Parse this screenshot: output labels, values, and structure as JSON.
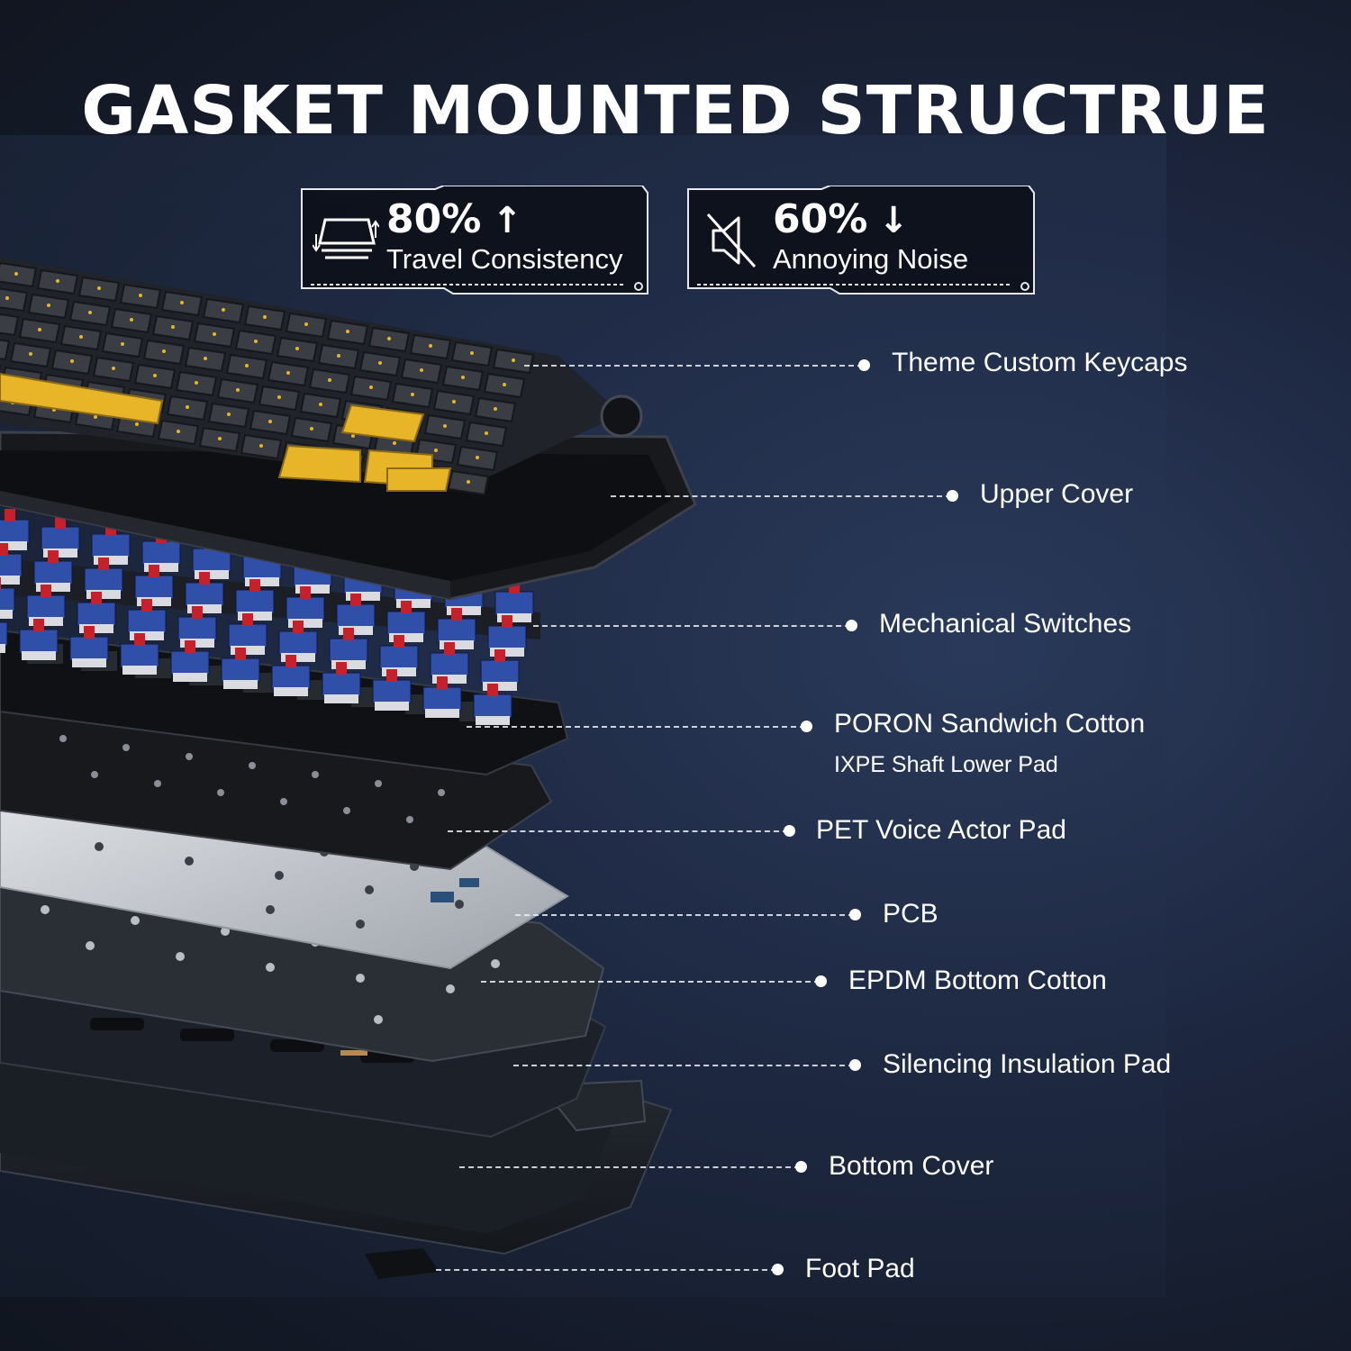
{
  "title": "GASKET MOUNTED STRUCTRUE",
  "stats": [
    {
      "value": "80%",
      "arrow": "↑",
      "label": "Travel Consistency",
      "icon": "keystroke-icon"
    },
    {
      "value": "60%",
      "arrow": "↓",
      "label": "Annoying Noise",
      "icon": "muted-speaker-icon"
    }
  ],
  "layers": [
    {
      "label": "Theme Custom Keycaps"
    },
    {
      "label": "Upper Cover"
    },
    {
      "label": "Mechanical Switches"
    },
    {
      "label": "PORON Sandwich Cotton",
      "sublabel": "IXPE Shaft Lower Pad"
    },
    {
      "label": "PET Voice Actor Pad"
    },
    {
      "label": "PCB"
    },
    {
      "label": "EPDM Bottom Cotton"
    },
    {
      "label": "Silencing Insulation Pad"
    },
    {
      "label": "Bottom Cover"
    },
    {
      "label": "Foot Pad"
    }
  ],
  "colors": {
    "background": "#141a26",
    "keycap_dark": "#3a3d44",
    "keycap_yellow": "#e8b428",
    "switch_blue": "#2f4fa8",
    "switch_stem": "#c8202a",
    "pcb_silver": "#c9ccd1"
  }
}
